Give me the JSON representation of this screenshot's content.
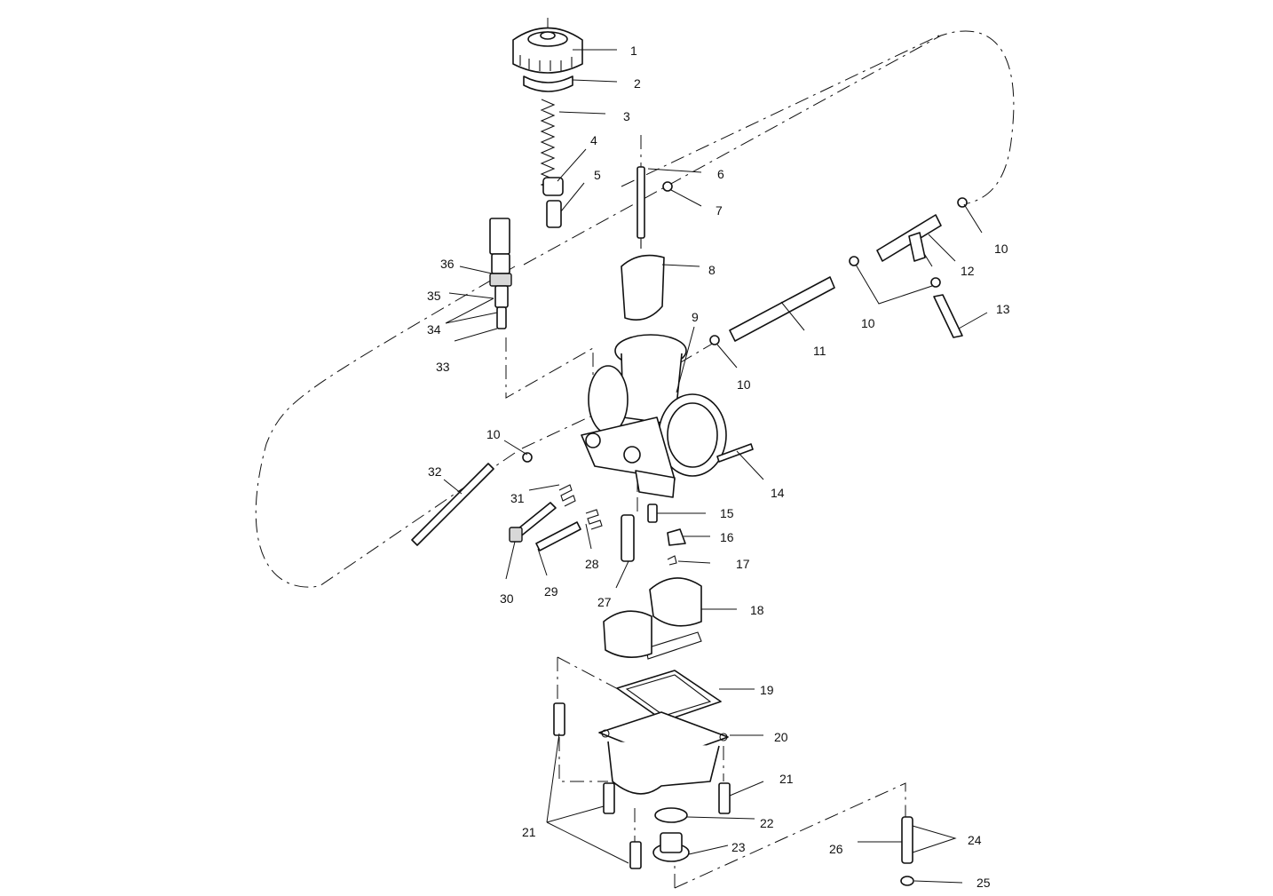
{
  "colors": {
    "ink": "#111111",
    "paper": "#ffffff"
  },
  "callouts": [
    {
      "id": "c1",
      "text": "1"
    },
    {
      "id": "c2",
      "text": "2"
    },
    {
      "id": "c3",
      "text": "3"
    },
    {
      "id": "c4",
      "text": "4"
    },
    {
      "id": "c5",
      "text": "5"
    },
    {
      "id": "c6",
      "text": "6"
    },
    {
      "id": "c7",
      "text": "7"
    },
    {
      "id": "c8",
      "text": "8"
    },
    {
      "id": "c9",
      "text": "9"
    },
    {
      "id": "c10a",
      "text": "10"
    },
    {
      "id": "c10b",
      "text": "10"
    },
    {
      "id": "c10c",
      "text": "10"
    },
    {
      "id": "c10d",
      "text": "10"
    },
    {
      "id": "c11",
      "text": "11"
    },
    {
      "id": "c12",
      "text": "12"
    },
    {
      "id": "c13",
      "text": "13"
    },
    {
      "id": "c14",
      "text": "14"
    },
    {
      "id": "c15",
      "text": "15"
    },
    {
      "id": "c16",
      "text": "16"
    },
    {
      "id": "c17",
      "text": "17"
    },
    {
      "id": "c18",
      "text": "18"
    },
    {
      "id": "c19",
      "text": "19"
    },
    {
      "id": "c20",
      "text": "20"
    },
    {
      "id": "c21a",
      "text": "21"
    },
    {
      "id": "c21b",
      "text": "21"
    },
    {
      "id": "c22",
      "text": "22"
    },
    {
      "id": "c23",
      "text": "23"
    },
    {
      "id": "c24",
      "text": "24"
    },
    {
      "id": "c25",
      "text": "25"
    },
    {
      "id": "c26",
      "text": "26"
    },
    {
      "id": "c27",
      "text": "27"
    },
    {
      "id": "c28",
      "text": "28"
    },
    {
      "id": "c29",
      "text": "29"
    },
    {
      "id": "c30",
      "text": "30"
    },
    {
      "id": "c31",
      "text": "31"
    },
    {
      "id": "c32",
      "text": "32"
    },
    {
      "id": "c33",
      "text": "33"
    },
    {
      "id": "c34",
      "text": "34"
    },
    {
      "id": "c35",
      "text": "35"
    },
    {
      "id": "c36",
      "text": "36"
    }
  ]
}
